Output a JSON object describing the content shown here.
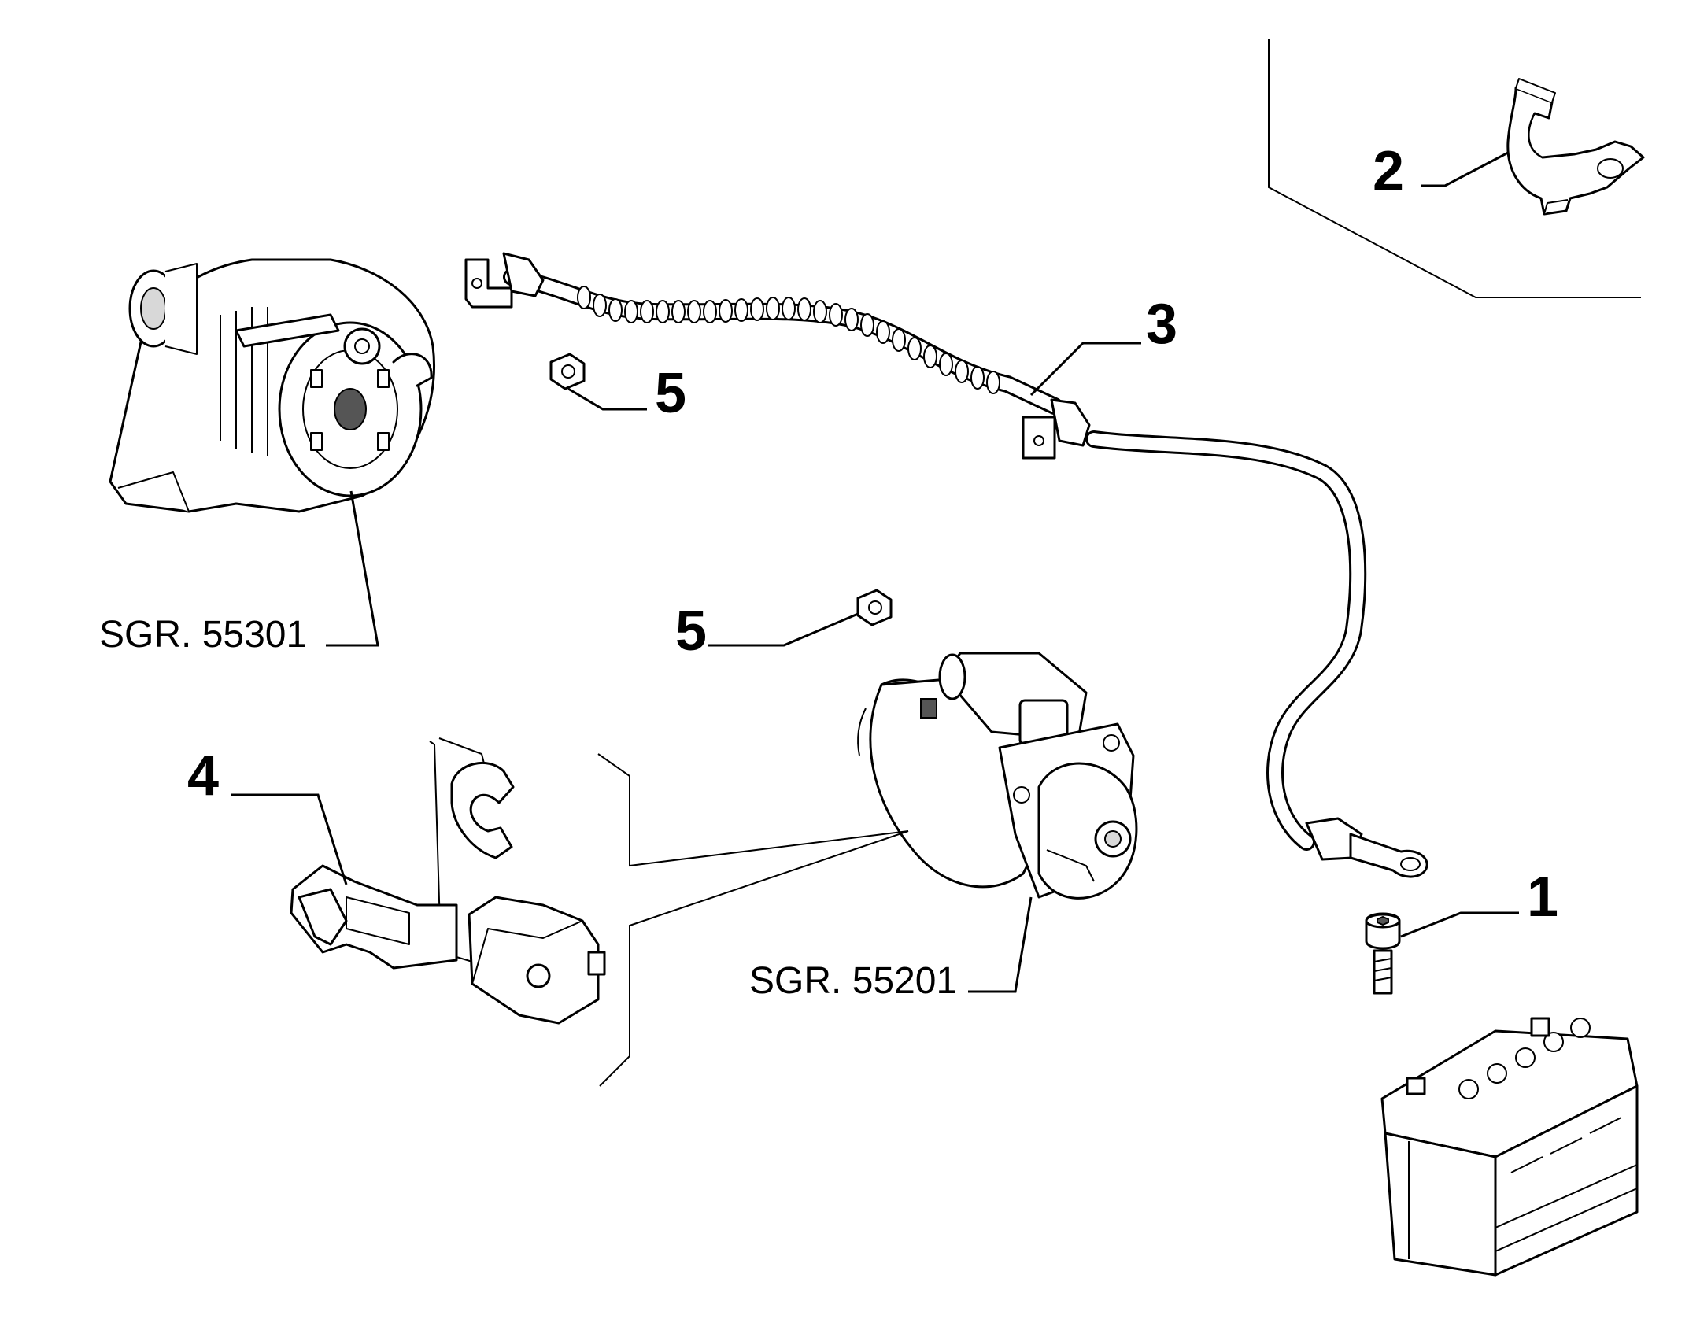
{
  "callouts": {
    "c1": "1",
    "c2": "2",
    "c3": "3",
    "c4": "4",
    "c5a": "5",
    "c5b": "5"
  },
  "references": {
    "alternator": "SGR. 55301",
    "starter": "SGR. 55201"
  },
  "parts": {
    "p1": "bolt",
    "p2": "cable-clip",
    "p3": "battery-cable",
    "p4": "relay-bracket",
    "p5": "nut",
    "alternator": "alternator",
    "starter": "starter-motor",
    "battery": "battery"
  }
}
